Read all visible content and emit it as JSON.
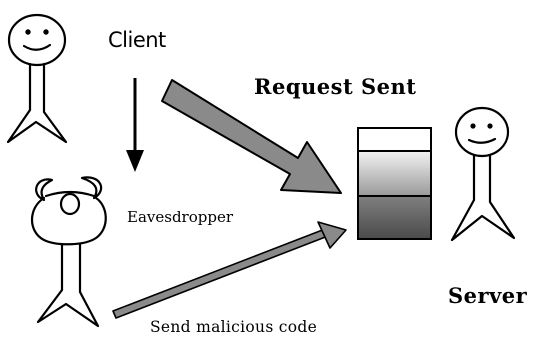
{
  "labels": {
    "client": "Client",
    "request_sent": "Request Sent",
    "eavesdropper": "Eavesdropper",
    "server": "Server",
    "send_malicious_code": "Send malicious code"
  },
  "colors": {
    "stroke": "#000000",
    "arrow_fill": "#8a8a8a",
    "server_top": "#ffffff",
    "server_mid": "#c8c8c8",
    "server_bottom": "#555555"
  }
}
